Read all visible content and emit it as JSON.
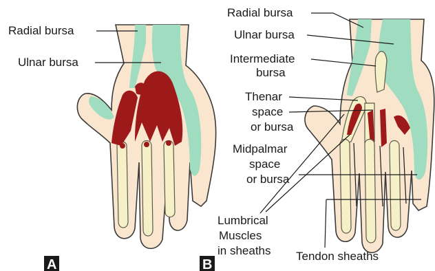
{
  "panel_a": {
    "letter": "A",
    "labels": {
      "radial_bursa": "Radial bursa",
      "ulnar_bursa": "Ulnar bursa"
    }
  },
  "panel_b": {
    "letter": "B",
    "labels": {
      "radial_bursa": "Radial bursa",
      "ulnar_bursa": "Ulnar bursa",
      "intermediate_1": "Intermediate",
      "intermediate_2": "bursa",
      "thenar_1": "Thenar",
      "thenar_2": "space",
      "thenar_3": "or bursa",
      "midpalmar_1": "Midpalmar",
      "midpalmar_2": "space",
      "midpalmar_3": "or bursa",
      "lumbrical_1": "Lumbrical",
      "lumbrical_2": "Muscles",
      "lumbrical_3": "in sheaths",
      "tendon_sheaths": "Tendon sheaths"
    }
  },
  "colors": {
    "skin": "#fae6cf",
    "bursa": "#9fdcc0",
    "sheath": "#f6f0c8",
    "infection": "#9e1a1a"
  }
}
